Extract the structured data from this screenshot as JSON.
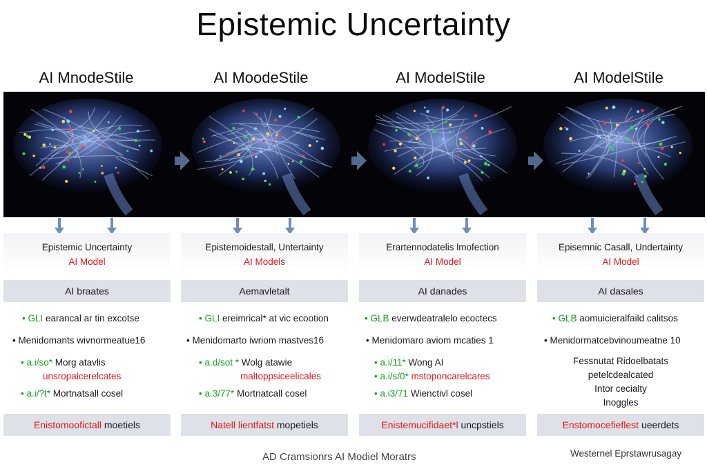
{
  "title": "Epistemic Uncertainty",
  "columns": [
    {
      "heading": "AI MnodeStile",
      "box_line1": "Epistemic Uncertainty",
      "box_line2": "AI Model",
      "mid_bar": "AI braates",
      "items": [
        {
          "bullet": "•",
          "green": "GLI",
          "text": "earancal ar tin excotse"
        },
        {
          "bullet": "•",
          "green": "",
          "text": "Menidomants wivnormeatue16"
        },
        {
          "bullet": "•",
          "green": "a.i/so*",
          "text": "Morg atavlis",
          "red": "unsropalcerelcates"
        },
        {
          "bullet": "•",
          "green": "a.i/?t*",
          "text": "Mortnatsall cosel"
        }
      ],
      "bottom_bar_red": "Enistomoofictall",
      "bottom_bar_black": "moetiels"
    },
    {
      "heading": "AI MoodeStile",
      "box_line1": "Epistemoidestall, Untertainty",
      "box_line2": "AI Models",
      "mid_bar": "Aemavletalt",
      "items": [
        {
          "bullet": "•",
          "green": "GLI",
          "text": "ereimrical* at vic ecootion"
        },
        {
          "bullet": "•",
          "green": "",
          "text": "Menidomarto iwriom mastves16"
        },
        {
          "bullet": "•",
          "green": "a.d/sot *",
          "text": "Wolg atawie",
          "red": "maltoppsiceelicales"
        },
        {
          "bullet": "•",
          "green": "a.3/77*",
          "text": "Mortnatcall cosel"
        }
      ],
      "bottom_bar_red": "Natell lientfatst",
      "bottom_bar_black": "mopetiels"
    },
    {
      "heading": "AI ModelStile",
      "box_line1": "Erartennodatelis lmofection",
      "box_line2": "AI Model",
      "mid_bar": "AI danades",
      "items": [
        {
          "bullet": "•",
          "green": "GLB",
          "text": "everwdeatralelo ecoctecs"
        },
        {
          "bullet": "•",
          "green": "",
          "text": "Menidomaro aviom mcaties 1"
        },
        {
          "bullet": "•",
          "green": "a.i/11*",
          "text": "Wong AI"
        },
        {
          "bullet": "•",
          "green": "a.i/s/0*",
          "text": "",
          "red": "mstoponcarelcares"
        },
        {
          "bullet": "•",
          "green": "a.i3/71",
          "text": "Wienctivl cosel"
        }
      ],
      "bottom_bar_red": "Enistemucifidaet*l",
      "bottom_bar_black": "uncpstiels"
    },
    {
      "heading": "AI ModelStile",
      "box_line1": "Episemnic Casall, Undertainty",
      "box_line2": "AI Model",
      "mid_bar": "AI dasales",
      "items": [
        {
          "bullet": "•",
          "green": "GLB",
          "text": "aomuicieralfaild calitsos"
        },
        {
          "bullet": "•",
          "green": "",
          "text": "Menidormatcebvinoumeatne 10"
        }
      ],
      "center_lines": [
        "Fessnutat Ridoelbatats",
        "petelcdealcated",
        "Intor cecialty",
        "Inoggles"
      ],
      "bottom_bar_red": "Enstomocefieflest",
      "bottom_bar_black": "ueerdets"
    }
  ],
  "footer_left": "AD Cramsionrs AI Modiel Moratrs",
  "footer_right": "Westernel Eprstawrusagay",
  "colors": {
    "accent_red": "#e01818",
    "accent_green": "#15a020",
    "band": "#030308",
    "arrow": "#6f8fb8"
  }
}
